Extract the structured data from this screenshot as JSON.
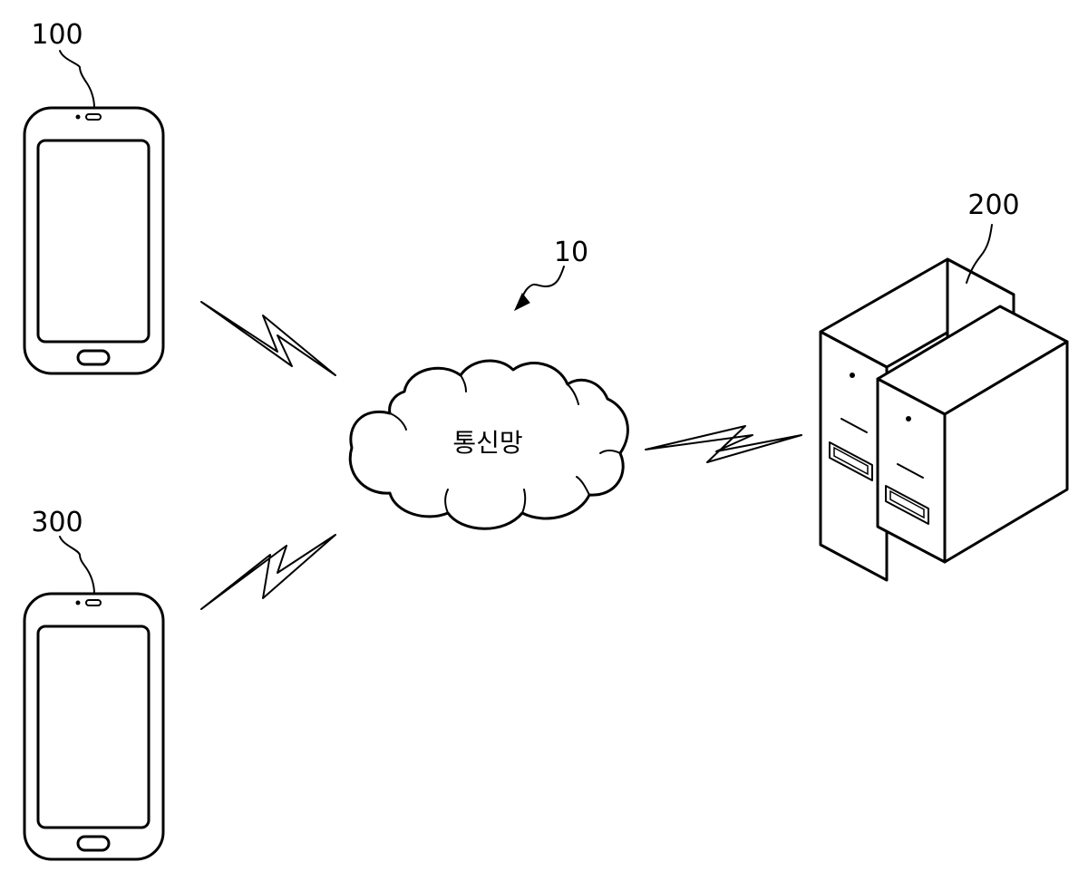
{
  "labels": {
    "phone_top": "100",
    "phone_bottom": "300",
    "server": "200",
    "network": "10"
  },
  "cloud": {
    "text": "통신망"
  }
}
